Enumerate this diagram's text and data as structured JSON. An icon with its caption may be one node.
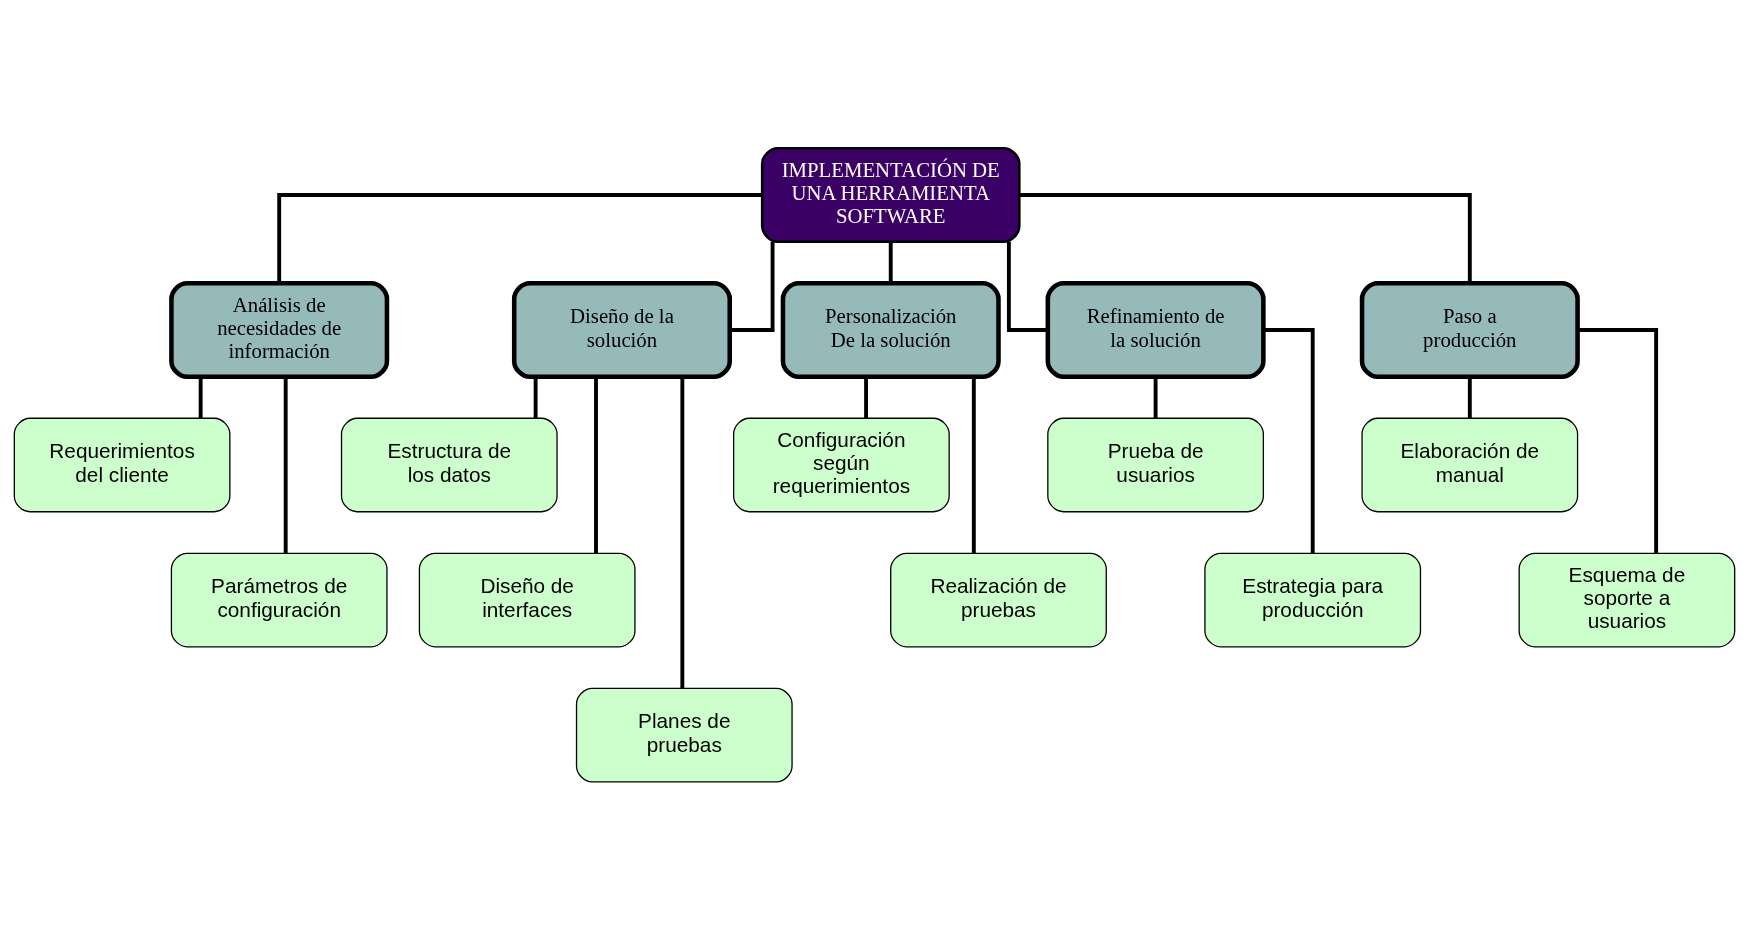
{
  "diagram": {
    "nodes": [
      {
        "text": [
          "IMPLEMENTACIÓN DE UNA HERRAMIENTA SOFTWARE"
        ]
      },
      {
        "text": [
          "Análisis de necesidades de información"
        ]
      },
      {
        "text": [
          "Diseño de la solución"
        ]
      },
      {
        "text": [
          "Personalización De la solución"
        ]
      },
      {
        "text": [
          "Refinamiento de la solución"
        ]
      },
      {
        "text": [
          "Paso a producción"
        ]
      },
      {
        "text": [
          "Requerimientos del cliente"
        ]
      },
      {
        "text": [
          "Estructura de los datos"
        ]
      },
      {
        "text": [
          "Configuración según requerimientos"
        ]
      },
      {
        "text": [
          "Prueba de usuarios"
        ]
      },
      {
        "text": [
          "Elaboración de manual"
        ]
      },
      {
        "text": [
          "Parámetros de configuración"
        ]
      },
      {
        "text": [
          "Diseño de interfaces"
        ]
      },
      {
        "text": [
          "Realización de pruebas"
        ]
      },
      {
        "text": [
          "Estrategia para producción"
        ]
      },
      {
        "text": [
          "Esquema de soporte a usuarios"
        ]
      },
      {
        "text": [
          "Planes de pruebas"
        ]
      }
    ],
    "edges": [
      {
        "from": 0,
        "to": 1,
        "arrow": "none"
      },
      {
        "from": 0,
        "to": 2,
        "arrow": "none"
      },
      {
        "from": 0,
        "to": 3,
        "arrow": "none"
      },
      {
        "from": 0,
        "to": 4,
        "arrow": "none"
      },
      {
        "from": 0,
        "to": 5,
        "arrow": "none"
      },
      {
        "from": 1,
        "to": 6,
        "arrow": "none"
      },
      {
        "from": 1,
        "to": 11,
        "arrow": "none"
      },
      {
        "from": 2,
        "to": 7,
        "arrow": "none"
      },
      {
        "from": 2,
        "to": 12,
        "arrow": "none"
      },
      {
        "from": 2,
        "to": 16,
        "arrow": "none"
      },
      {
        "from": 3,
        "to": 8,
        "arrow": "none"
      },
      {
        "from": 3,
        "to": 13,
        "arrow": "none"
      },
      {
        "from": 4,
        "to": 9,
        "arrow": "none"
      },
      {
        "from": 4,
        "to": 14,
        "arrow": "none"
      },
      {
        "from": 5,
        "to": 10,
        "arrow": "none"
      },
      {
        "from": 5,
        "to": 15,
        "arrow": "none"
      }
    ]
  }
}
